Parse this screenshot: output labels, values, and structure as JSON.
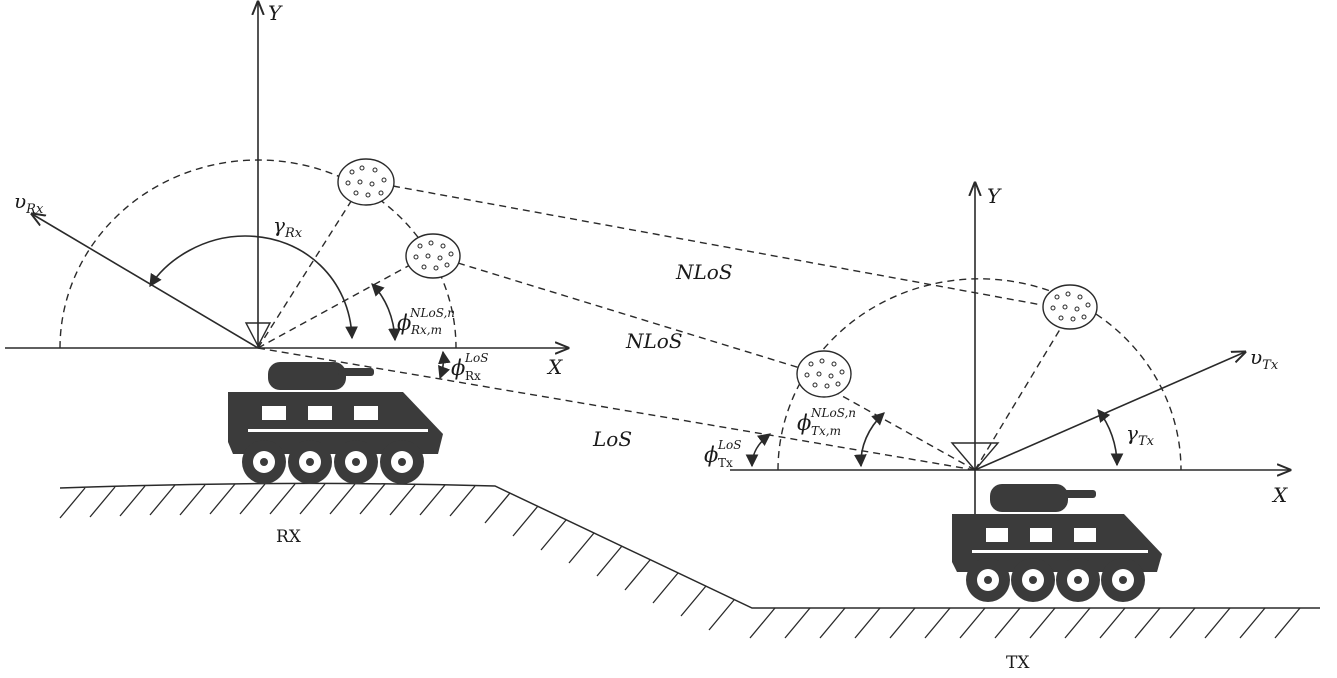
{
  "labels": {
    "y_rx": "Y",
    "x_rx": "X",
    "y_tx": "Y",
    "x_tx": "X",
    "v_rx_main": "υ",
    "v_rx_sub": "Rx",
    "v_tx_main": "υ",
    "v_tx_sub": "Tx",
    "gamma_rx_main": "γ",
    "gamma_rx_sub": "Rx",
    "gamma_tx_main": "γ",
    "gamma_tx_sub": "Tx",
    "phi_nlos_rx_main": "ϕ",
    "phi_nlos_rx_sup": "NLoS,n",
    "phi_nlos_rx_sub": "Rx,m",
    "phi_los_rx_main": "ϕ",
    "phi_los_rx_sup": "LoS",
    "phi_los_rx_sub": "Rx",
    "phi_nlos_tx_main": "ϕ",
    "phi_nlos_tx_sup": "NLoS,n",
    "phi_nlos_tx_sub": "Tx,m",
    "phi_los_tx_main": "ϕ",
    "phi_los_tx_sup": "LoS",
    "phi_los_tx_sub": "Tx",
    "nlos_1": "NLoS",
    "nlos_2": "NLoS",
    "los": "LoS",
    "rx": "RX",
    "tx": "TX"
  }
}
